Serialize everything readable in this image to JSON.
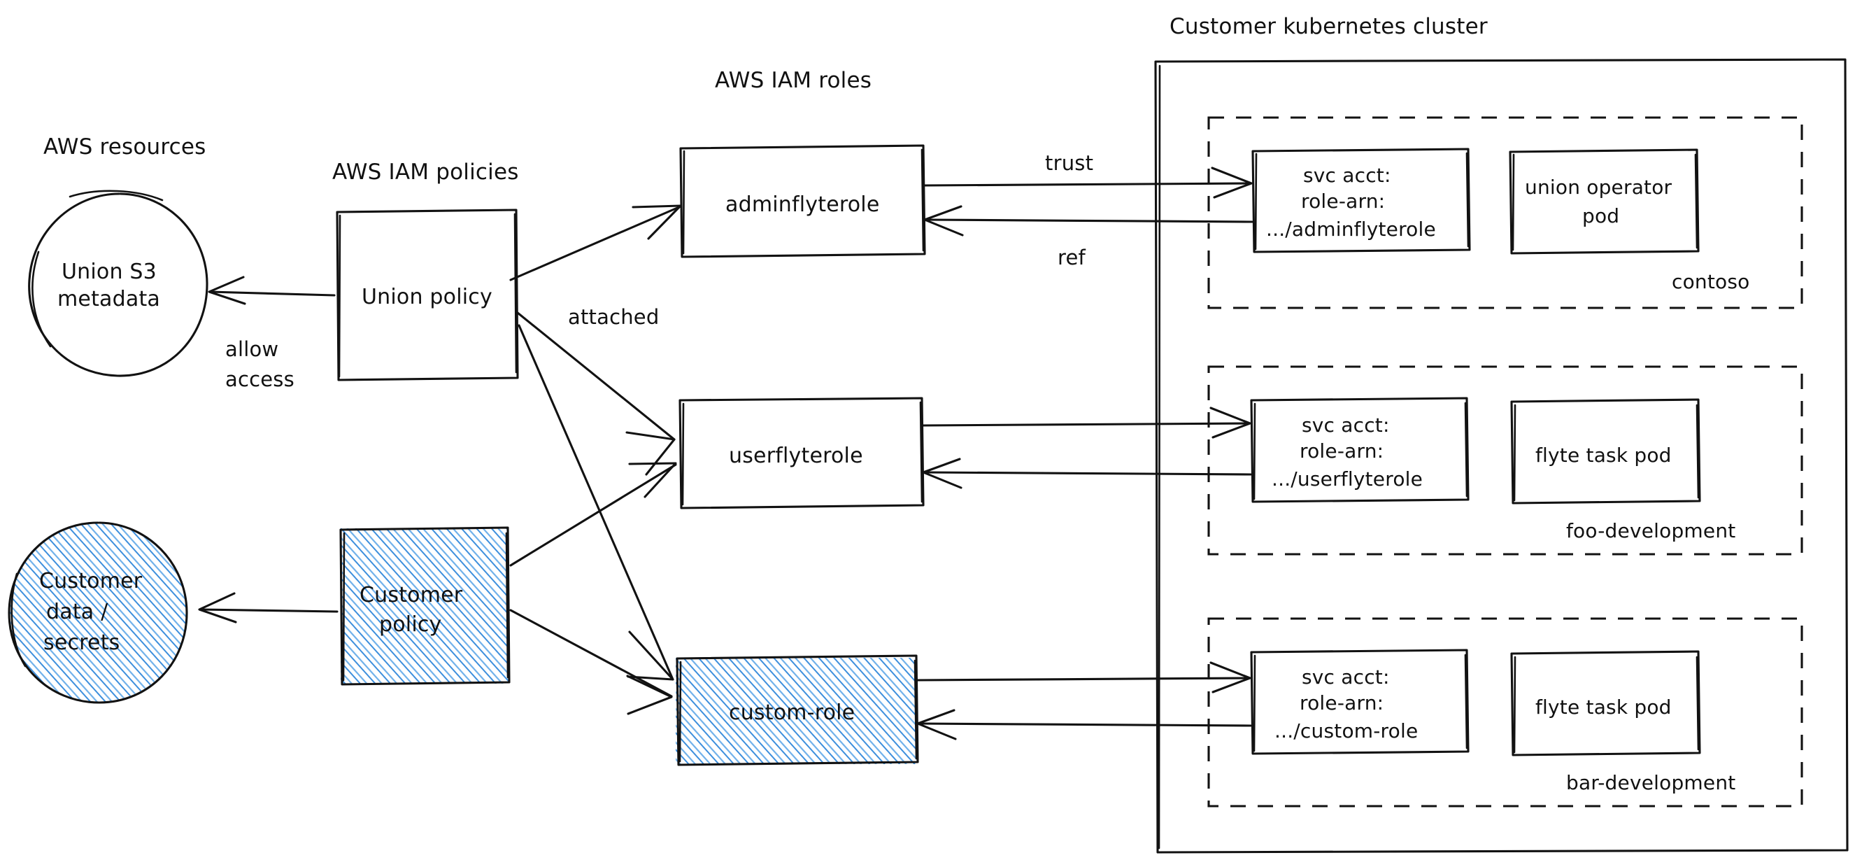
{
  "diagram": {
    "title_groups": {
      "aws_resources": "AWS resources",
      "aws_iam_policies": "AWS IAM policies",
      "aws_iam_roles": "AWS IAM roles",
      "k8s_cluster": "Customer kubernetes cluster"
    },
    "resources": [
      {
        "id": "union-s3",
        "line1": "Union S3",
        "line2": "metadata",
        "shape": "ellipse",
        "fill": "none"
      },
      {
        "id": "customer-data",
        "line1": "Customer",
        "line2": "data /",
        "line3": "secrets",
        "shape": "ellipse",
        "fill": "blue-hachure"
      }
    ],
    "policies": [
      {
        "id": "union-policy",
        "label": "Union policy",
        "fill": "none"
      },
      {
        "id": "customer-policy",
        "line1": "Customer",
        "line2": "policy",
        "fill": "blue-hachure"
      }
    ],
    "roles": [
      {
        "id": "adminflyterole",
        "label": "adminflyterole",
        "fill": "none"
      },
      {
        "id": "userflyterole",
        "label": "userflyterole",
        "fill": "none"
      },
      {
        "id": "custom-role",
        "label": "custom-role",
        "fill": "blue-hachure"
      }
    ],
    "namespaces": [
      {
        "id": "contoso",
        "name": "contoso",
        "svc_acct": {
          "line1": "svc acct:",
          "line2": "role-arn:",
          "line3": ".../adminflyterole"
        },
        "pod": {
          "line1": "union operator",
          "line2": "pod"
        }
      },
      {
        "id": "foo-development",
        "name": "foo-development",
        "svc_acct": {
          "line1": "svc acct:",
          "line2": "role-arn:",
          "line3": ".../userflyterole"
        },
        "pod": {
          "line1": "flyte task pod",
          "line2": ""
        }
      },
      {
        "id": "bar-development",
        "name": "bar-development",
        "svc_acct": {
          "line1": "svc acct:",
          "line2": "role-arn:",
          "line3": ".../custom-role"
        },
        "pod": {
          "line1": "flyte task pod",
          "line2": ""
        }
      }
    ],
    "edge_labels": {
      "allow_line1": "allow",
      "allow_line2": "access",
      "attached": "attached",
      "trust": "trust",
      "ref": "ref"
    },
    "colors": {
      "stroke": "#121212",
      "hachure_blue": "#3d8fdd",
      "background": "#ffffff"
    }
  }
}
